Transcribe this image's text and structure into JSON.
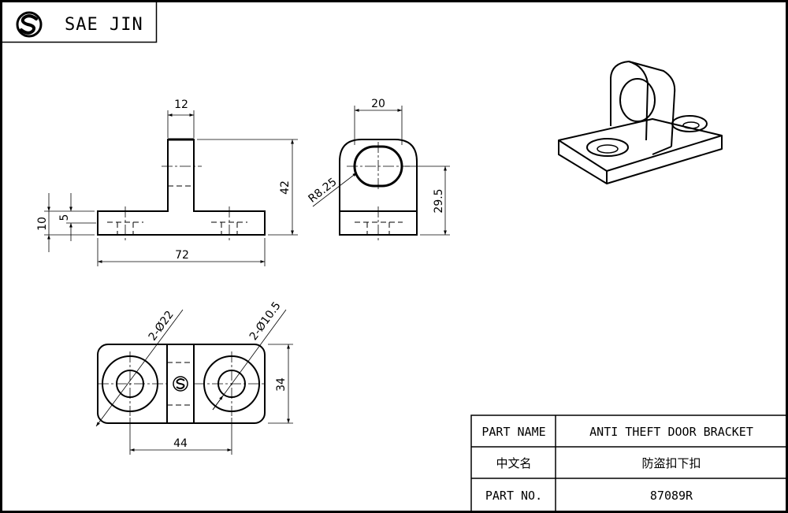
{
  "header": {
    "company_name": "SAE JIN"
  },
  "dimensions": {
    "front_width": "12",
    "front_height": "42",
    "front_base_height": "10",
    "front_base_inner": "5",
    "front_length": "72",
    "side_hole_width": "20",
    "side_radius": "R8.25",
    "side_height": "29.5",
    "top_large_holes": "2-Ø22",
    "top_small_holes": "2-Ø10.5",
    "top_depth": "34",
    "top_spacing": "44"
  },
  "title_block": {
    "rows": [
      {
        "label": "PART NAME",
        "value": "ANTI THEFT DOOR BRACKET"
      },
      {
        "label": "中文名",
        "value": "防盗扣下扣"
      },
      {
        "label": "PART NO.",
        "value": "87089R"
      }
    ]
  }
}
